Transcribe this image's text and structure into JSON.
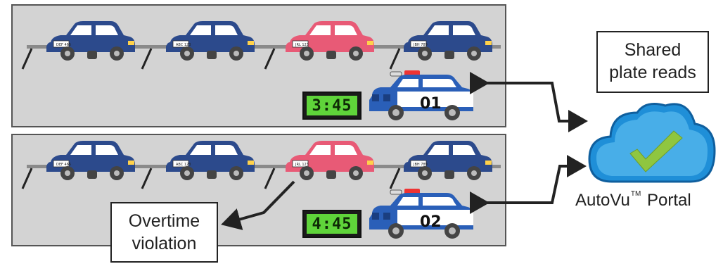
{
  "patrol_top": {
    "timer": "3:45",
    "car_number": "01",
    "parked_plates": [
      "DEF 465",
      "ABC 123",
      "JRL 123",
      "JBH 789"
    ]
  },
  "patrol_bottom": {
    "timer": "4:45",
    "car_number": "02",
    "parked_plates": [
      "DEF 465",
      "ABC 123",
      "JRL 123",
      "JBH 789"
    ]
  },
  "callouts": {
    "shared_line1": "Shared",
    "shared_line2": "plate reads",
    "overtime_line1": "Overtime",
    "overtime_line2": "violation"
  },
  "portal": {
    "name_part1": "AutoVu",
    "trademark": "TM",
    "name_part2": "Portal"
  },
  "colors": {
    "parked_car": "#2c4a8c",
    "violating_car": "#e85a76",
    "patrol_car": "#2a5fb8",
    "timer_display": "#5fd43a",
    "cloud": "#1f8fd8",
    "checkmark": "#8fc640",
    "lot_background": "#d3d3d3"
  },
  "icons": [
    "car-icon",
    "patrol-car-icon",
    "cloud-icon",
    "checkmark-icon",
    "arrow-icon"
  ]
}
